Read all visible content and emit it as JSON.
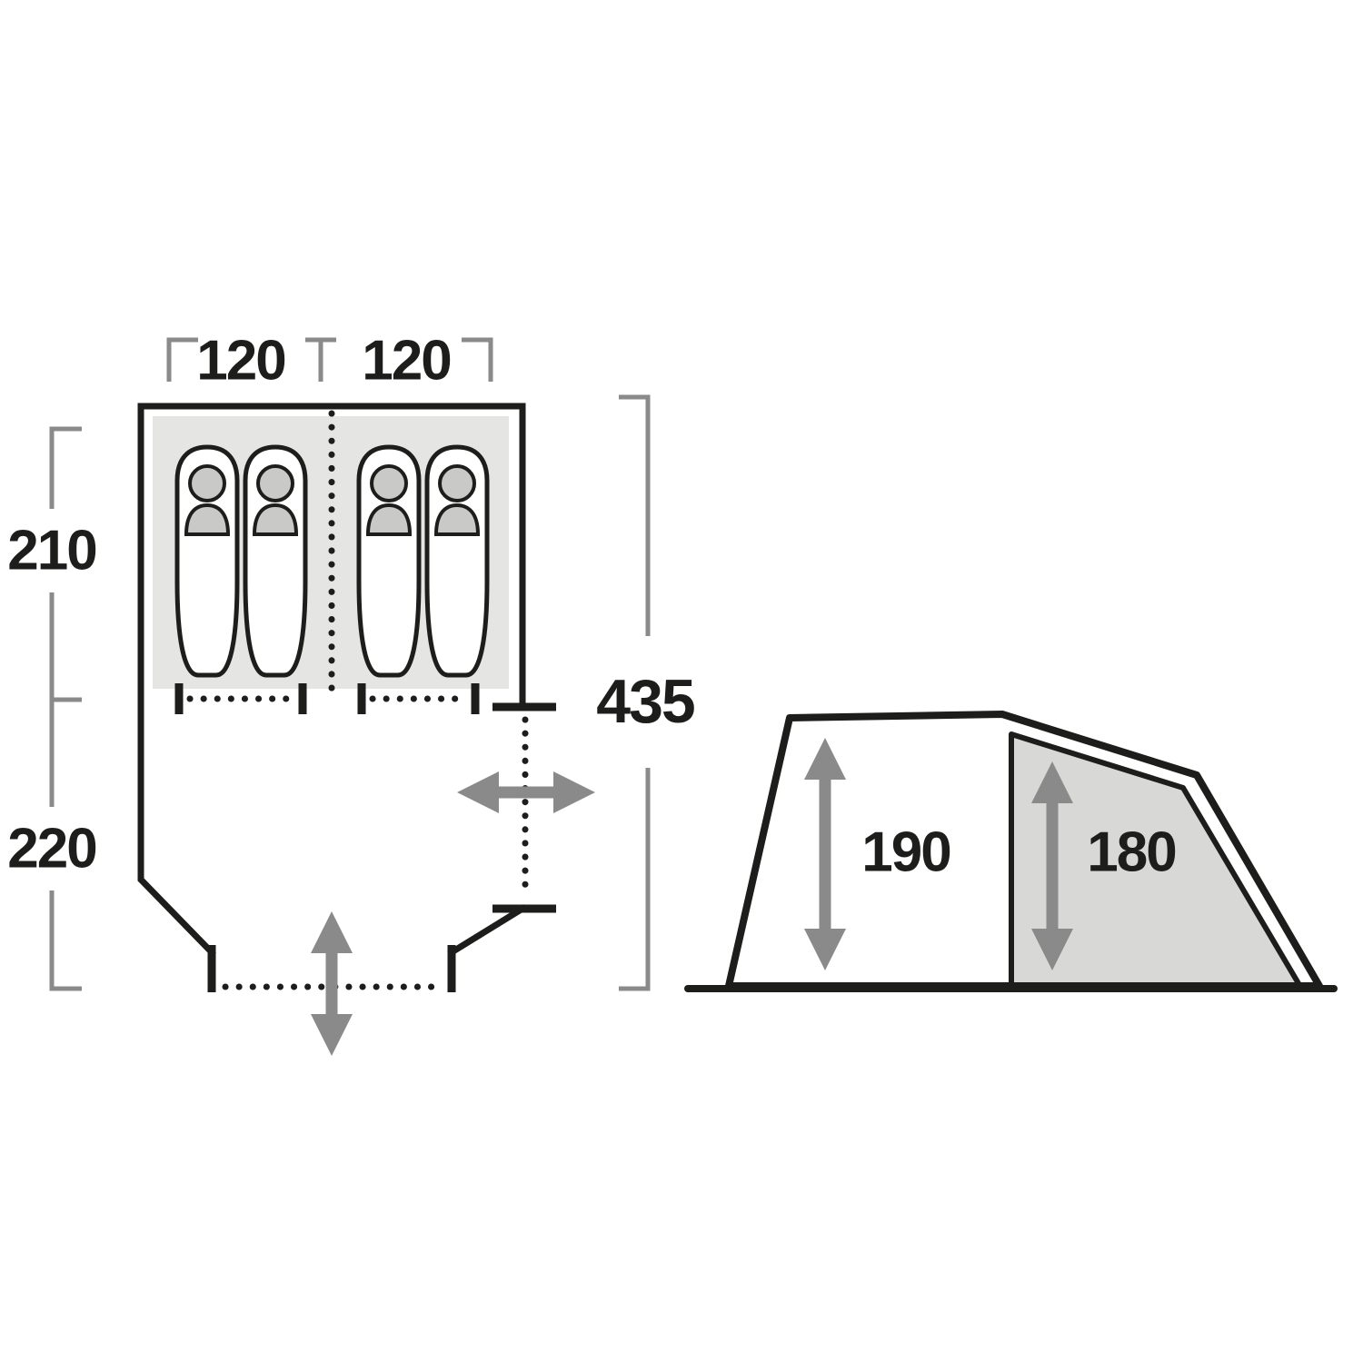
{
  "diagram": {
    "type": "tent-dimension-drawing",
    "floor_plan": {
      "cabin_width_left_label": "120",
      "cabin_width_right_label": "120",
      "sleeping_depth_label": "210",
      "porch_depth_label": "220",
      "total_length_label": "435",
      "sleeping_bag_count": 4
    },
    "side_view": {
      "peak_height_label": "190",
      "inner_height_label": "180"
    },
    "colors": {
      "line": "#1d1d1b",
      "dimension": "#8a8a8a",
      "floor_fill": "#e5e5e4",
      "panel_fill": "#d8d8d7",
      "head_fill": "#c9c9c8",
      "background": "#ffffff"
    }
  }
}
